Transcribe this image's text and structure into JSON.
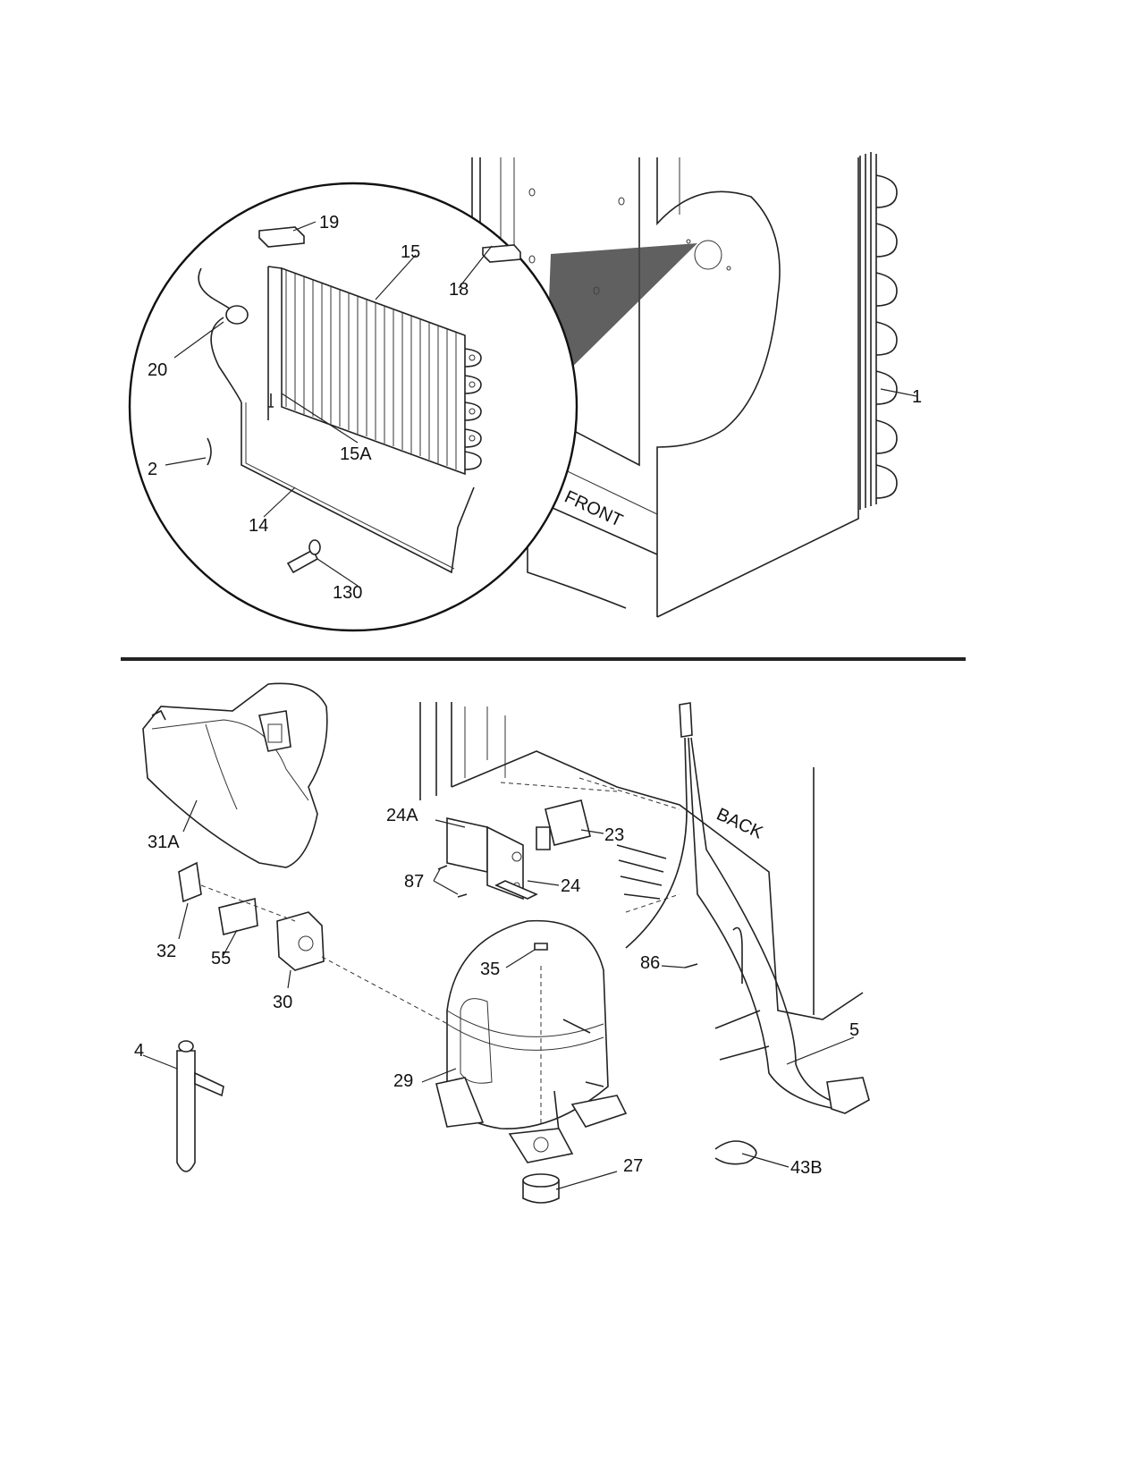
{
  "diagram": {
    "callouts": {
      "c19": "19",
      "c15": "15",
      "c18": "18",
      "c20": "20",
      "c15a": "15A",
      "c2": "2",
      "c14": "14",
      "c130": "130",
      "c1": "1",
      "c31a": "31A",
      "c24a": "24A",
      "c23": "23",
      "c87": "87",
      "c24": "24",
      "c32": "32",
      "c55": "55",
      "c30": "30",
      "c35": "35",
      "c86": "86",
      "c5": "5",
      "c4": "4",
      "c29": "29",
      "c27": "27",
      "c43b": "43B"
    },
    "labels": {
      "front": "FRONT",
      "back": "BACK"
    }
  }
}
